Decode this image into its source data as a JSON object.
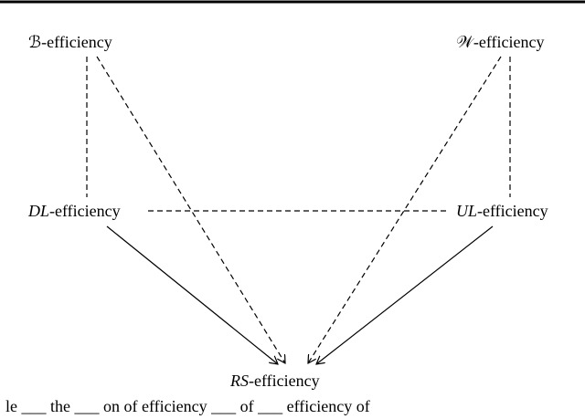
{
  "nodes": {
    "b": {
      "prefix": "ℬ",
      "suffix": "-efficiency"
    },
    "w": {
      "prefix": "𝒲",
      "suffix": "-efficiency"
    },
    "dl": {
      "prefix": "DL",
      "suffix": "-efficiency"
    },
    "ul": {
      "prefix": "UL",
      "suffix": "-efficiency"
    },
    "rs": {
      "prefix": "RS",
      "suffix": "-efficiency"
    }
  },
  "caption": "le ___ the ___ on of efficiency ___ of ___ efficiency of",
  "colors": {
    "line": "#000000",
    "background": "#ffffff"
  }
}
